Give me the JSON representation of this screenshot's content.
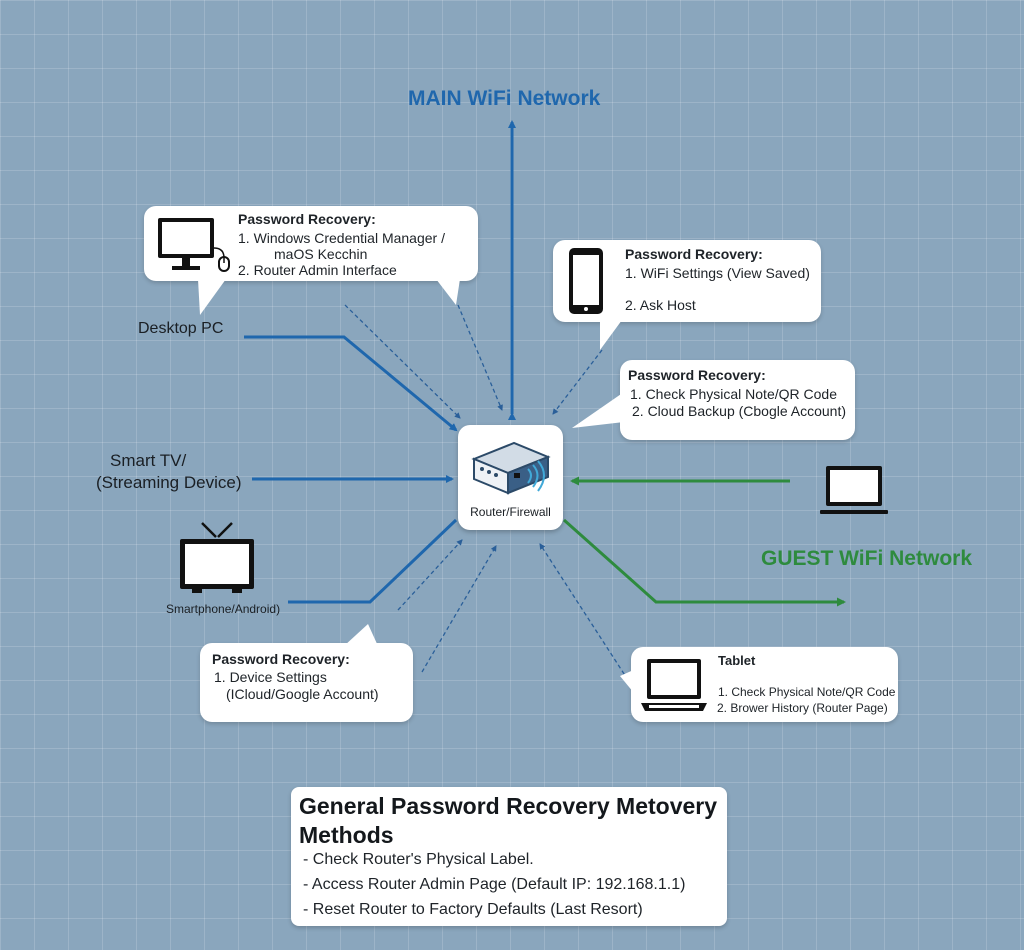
{
  "main_network": {
    "title": "MAIN WiFi Network",
    "color": "#1f67ad"
  },
  "guest_network": {
    "title": "GUEST WiFi Network",
    "color": "#2e8b3e"
  },
  "router": {
    "label": "Router/Firewall",
    "icon": "router-icon"
  },
  "devices": {
    "desktop": {
      "label": "Desktop PC",
      "icon": "desktop-monitor-icon"
    },
    "smart_tv": {
      "label_line1": "Smart TV/",
      "label_line2": "(Streaming Device)"
    },
    "tv_icon": {
      "icon": "television-icon",
      "label": "Smartphone/Android)"
    },
    "smartphone": {
      "icon": "smartphone-icon"
    },
    "guest_laptop": {
      "icon": "laptop-icon"
    }
  },
  "bubbles": {
    "desktop": {
      "title": "Password Recovery:",
      "items": [
        "1. Windows Credential Manager /",
        "maOS Kecchin",
        "2. Router Admin Interface"
      ]
    },
    "phone": {
      "title": "Password Recovery:",
      "items": [
        "1. WiFi Settings (View Saved)",
        "2. Ask Host"
      ]
    },
    "cloud": {
      "title": "Password Recovery:",
      "items": [
        "1. Check Physical Note/QR Code",
        "2. Cloud Backup (Cbogle Account)"
      ]
    },
    "device": {
      "title": "Password Recovery:",
      "items": [
        "1. Device Settings",
        "(ICloud/Google Account)"
      ]
    },
    "tablet": {
      "title": "Tablet",
      "items": [
        "1. Check Physical Note/QR Code",
        "2. Brower History (Router Page)"
      ]
    }
  },
  "general": {
    "title": "General Password Recovery Metovery Methods",
    "items": [
      "- Check Router's Physical Label.",
      "- Access Router Admin Page (Default IP: 192.168.1.1)",
      "- Reset Router to Factory Defaults (Last Resort)"
    ]
  }
}
